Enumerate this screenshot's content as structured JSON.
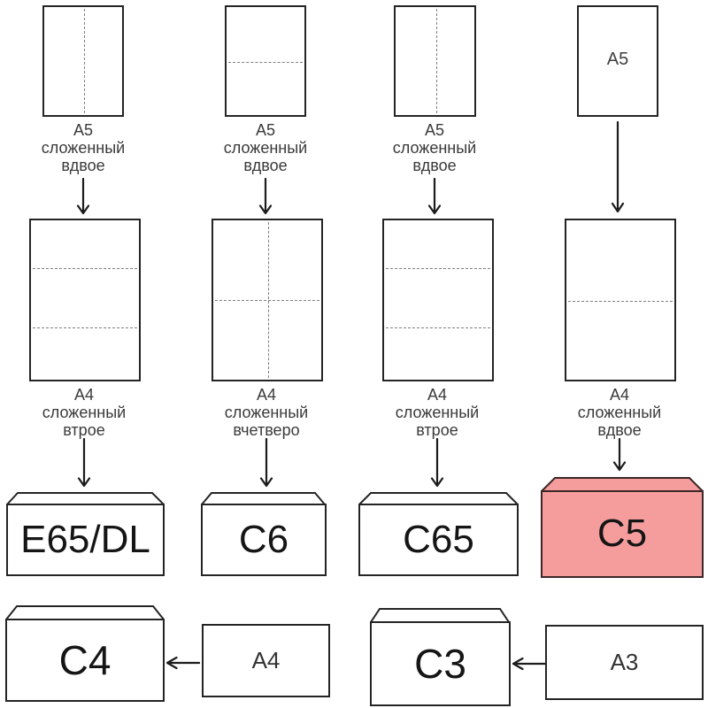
{
  "palette": {
    "background": "#ffffff",
    "outline": "#242424",
    "fold_line": "#7f7f7f",
    "caption_text": "#3a3a3a",
    "label_text": "#151515",
    "highlight_fill": "#f59d9d",
    "highlight_border": "#3c2626"
  },
  "columns": [
    {
      "sheet_top_label": [
        "A5",
        "сложенный",
        "вдвое"
      ],
      "sheet_mid_label": [
        "A4",
        "сложенный",
        "втрое"
      ],
      "envelope": "E65/DL"
    },
    {
      "sheet_top_label": [
        "A5",
        "сложенный",
        "вдвое"
      ],
      "sheet_mid_label": [
        "A4",
        "сложенный",
        "вчетверо"
      ],
      "envelope": "C6"
    },
    {
      "sheet_top_label": [
        "A5",
        "сложенный",
        "вдвое"
      ],
      "sheet_mid_label": [
        "A4",
        "сложенный",
        "втрое"
      ],
      "envelope": "C65"
    },
    {
      "sheet_top_text": "A5",
      "sheet_mid_label": [
        "A4",
        "сложенный",
        "вдвое"
      ],
      "envelope": "C5"
    }
  ],
  "bottom_row": [
    {
      "envelope": "C4",
      "source_sheet": "A4"
    },
    {
      "envelope": "C3",
      "source_sheet": "A3"
    }
  ]
}
